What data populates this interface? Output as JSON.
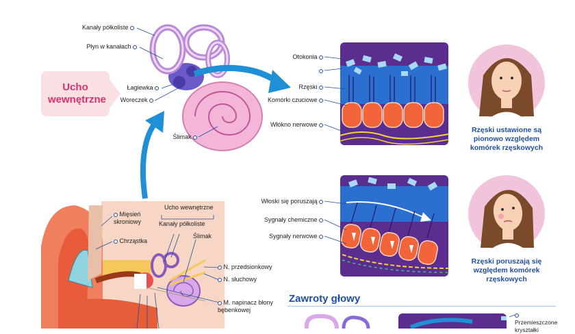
{
  "inner_ear_label": "Ucho wewnętrzne",
  "top_labels": {
    "semicircular": "Kanały półkoliste",
    "fluid": "Płyn w kanałach",
    "utricle": "Łagiewka",
    "saccule": "Woreczek",
    "cochlea": "Ślimak"
  },
  "panel1_labels": {
    "otoconia": "Otokonia",
    "cilia": "Rzęski",
    "sensory_cells": "Komórki czuciowe",
    "nerve_fiber": "Włókno nerwowe"
  },
  "panel2_labels": {
    "hairs_move": "Włoski się poruszają",
    "chemical_signals": "Sygnały chemiczne",
    "nerve_signals": "Sygnały nerwowe"
  },
  "caption1": "Rzęski ustawione są pionowo względem komórek rzęskowych",
  "caption2": "Rzęski poruszają się względem komórek rzęskowych",
  "bottom_labels": {
    "inner_ear": "Ucho wewnętrzne",
    "semicircular": "Kanały półkoliste",
    "cochlea": "Ślimak",
    "muscle": "Mięsień skroniowy",
    "cartilage": "Chrząstka",
    "vestibular_nerve": "N. przedsionkowy",
    "auditory_nerve": "N. słuchowy",
    "tensor": "M. napinacz błony bębenkowej"
  },
  "section_title": "Zawroty głowy",
  "displaced_crystals": "Przemieszczone kryształki",
  "colors": {
    "accent_blue": "#1f4fa0",
    "pink": "#d6336c",
    "arrow_blue": "#1f8fd6",
    "purple_panel": "#5b2d8e"
  }
}
